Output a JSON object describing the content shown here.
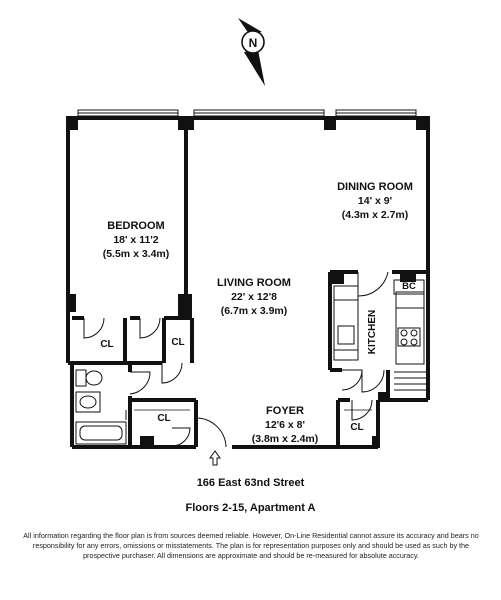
{
  "compass": {
    "letter": "N"
  },
  "rooms": {
    "bedroom": {
      "name": "BEDROOM",
      "dims_ft": "18' x 11'2",
      "dims_m": "(5.5m x 3.4m)"
    },
    "living_room": {
      "name": "LIVING ROOM",
      "dims_ft": "22' x 12'8",
      "dims_m": "(6.7m x 3.9m)"
    },
    "dining_room": {
      "name": "DINING ROOM",
      "dims_ft": "14' x 9'",
      "dims_m": "(4.3m x 2.7m)"
    },
    "foyer": {
      "name": "FOYER",
      "dims_ft": "12'6 x 8'",
      "dims_m": "(3.8m x 2.4m)"
    },
    "kitchen": {
      "name": "KITCHEN"
    },
    "bc": {
      "name": "BC"
    },
    "closets": [
      "CL",
      "CL",
      "CL",
      "CL"
    ]
  },
  "entrance": {
    "icon": "entrance-arrow-icon"
  },
  "address": "166 East 63nd Street",
  "floors": "Floors 2-15, Apartment A",
  "disclaimer": "All information regarding the floor plan is from sources deemed reliable.  However, On-Line Residential cannot assure its accuracy and bears no responsibility for any errors, omissions or misstatements.  The plan is for representation purposes only and should be used as such by the prospective purchaser.  All dimensions are approximate and should be re-measured for absolute accuracy."
}
